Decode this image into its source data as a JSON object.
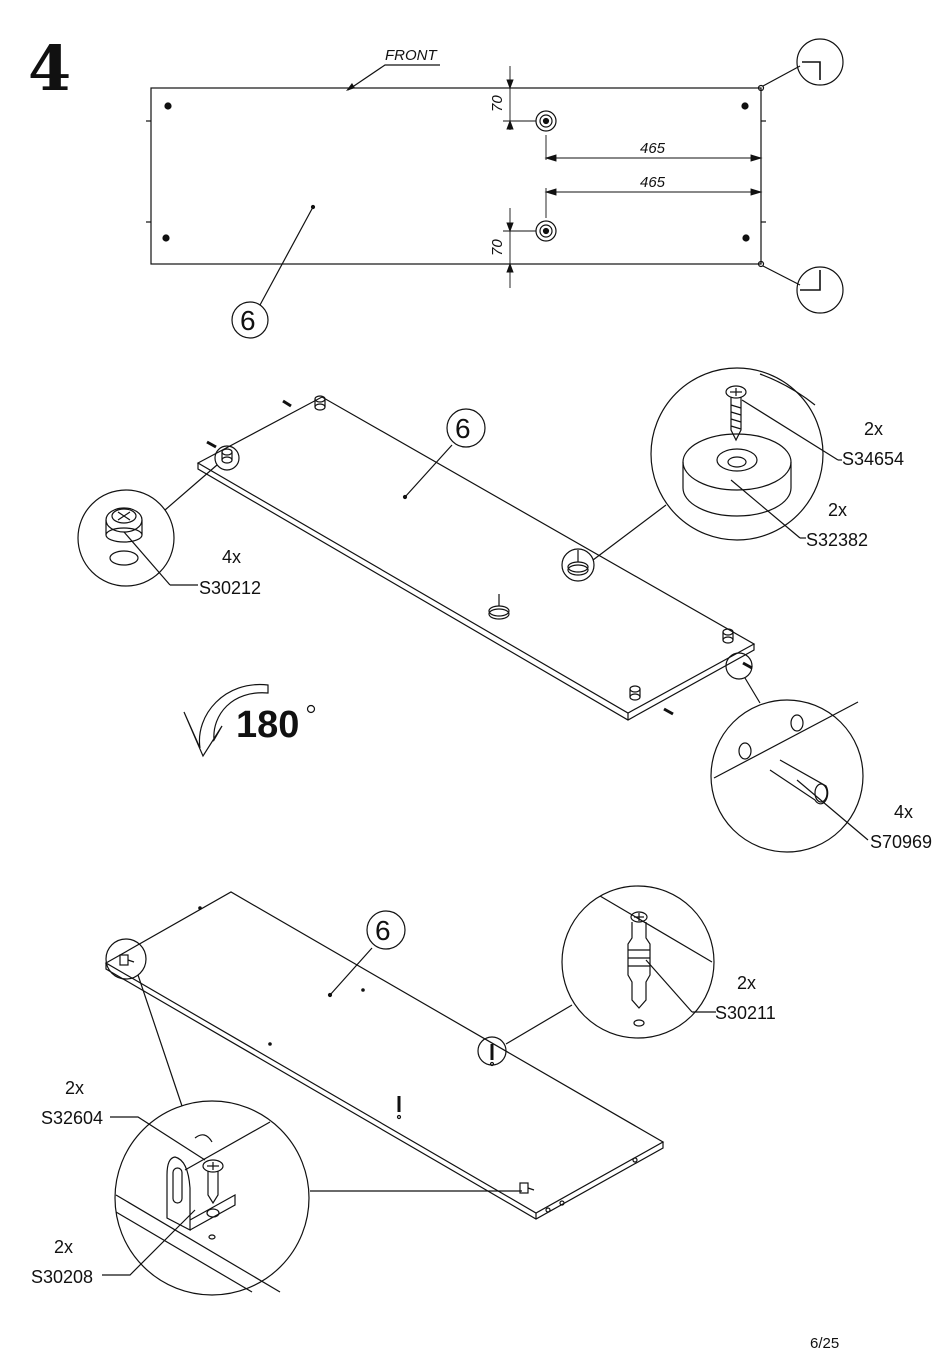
{
  "step": {
    "number": "4"
  },
  "top_view": {
    "front_label": "FRONT",
    "dim_465_a": "465",
    "dim_465_b": "465",
    "dim_70_top": "70",
    "dim_70_bottom": "70",
    "panel_number": "6"
  },
  "middle_view": {
    "panel_number": "6",
    "rotate_label": "180",
    "parts": [
      {
        "qty": "4x",
        "code": "S30212"
      },
      {
        "qty": "2x",
        "code": "S34654"
      },
      {
        "qty": "2x",
        "code": "S32382"
      },
      {
        "qty": "4x",
        "code": "S70969"
      }
    ]
  },
  "bottom_view": {
    "panel_number": "6",
    "parts": [
      {
        "qty": "2x",
        "code": "S30211"
      },
      {
        "qty": "2x",
        "code": "S32604"
      },
      {
        "qty": "2x",
        "code": "S30208"
      }
    ]
  },
  "page_number": "6/25"
}
